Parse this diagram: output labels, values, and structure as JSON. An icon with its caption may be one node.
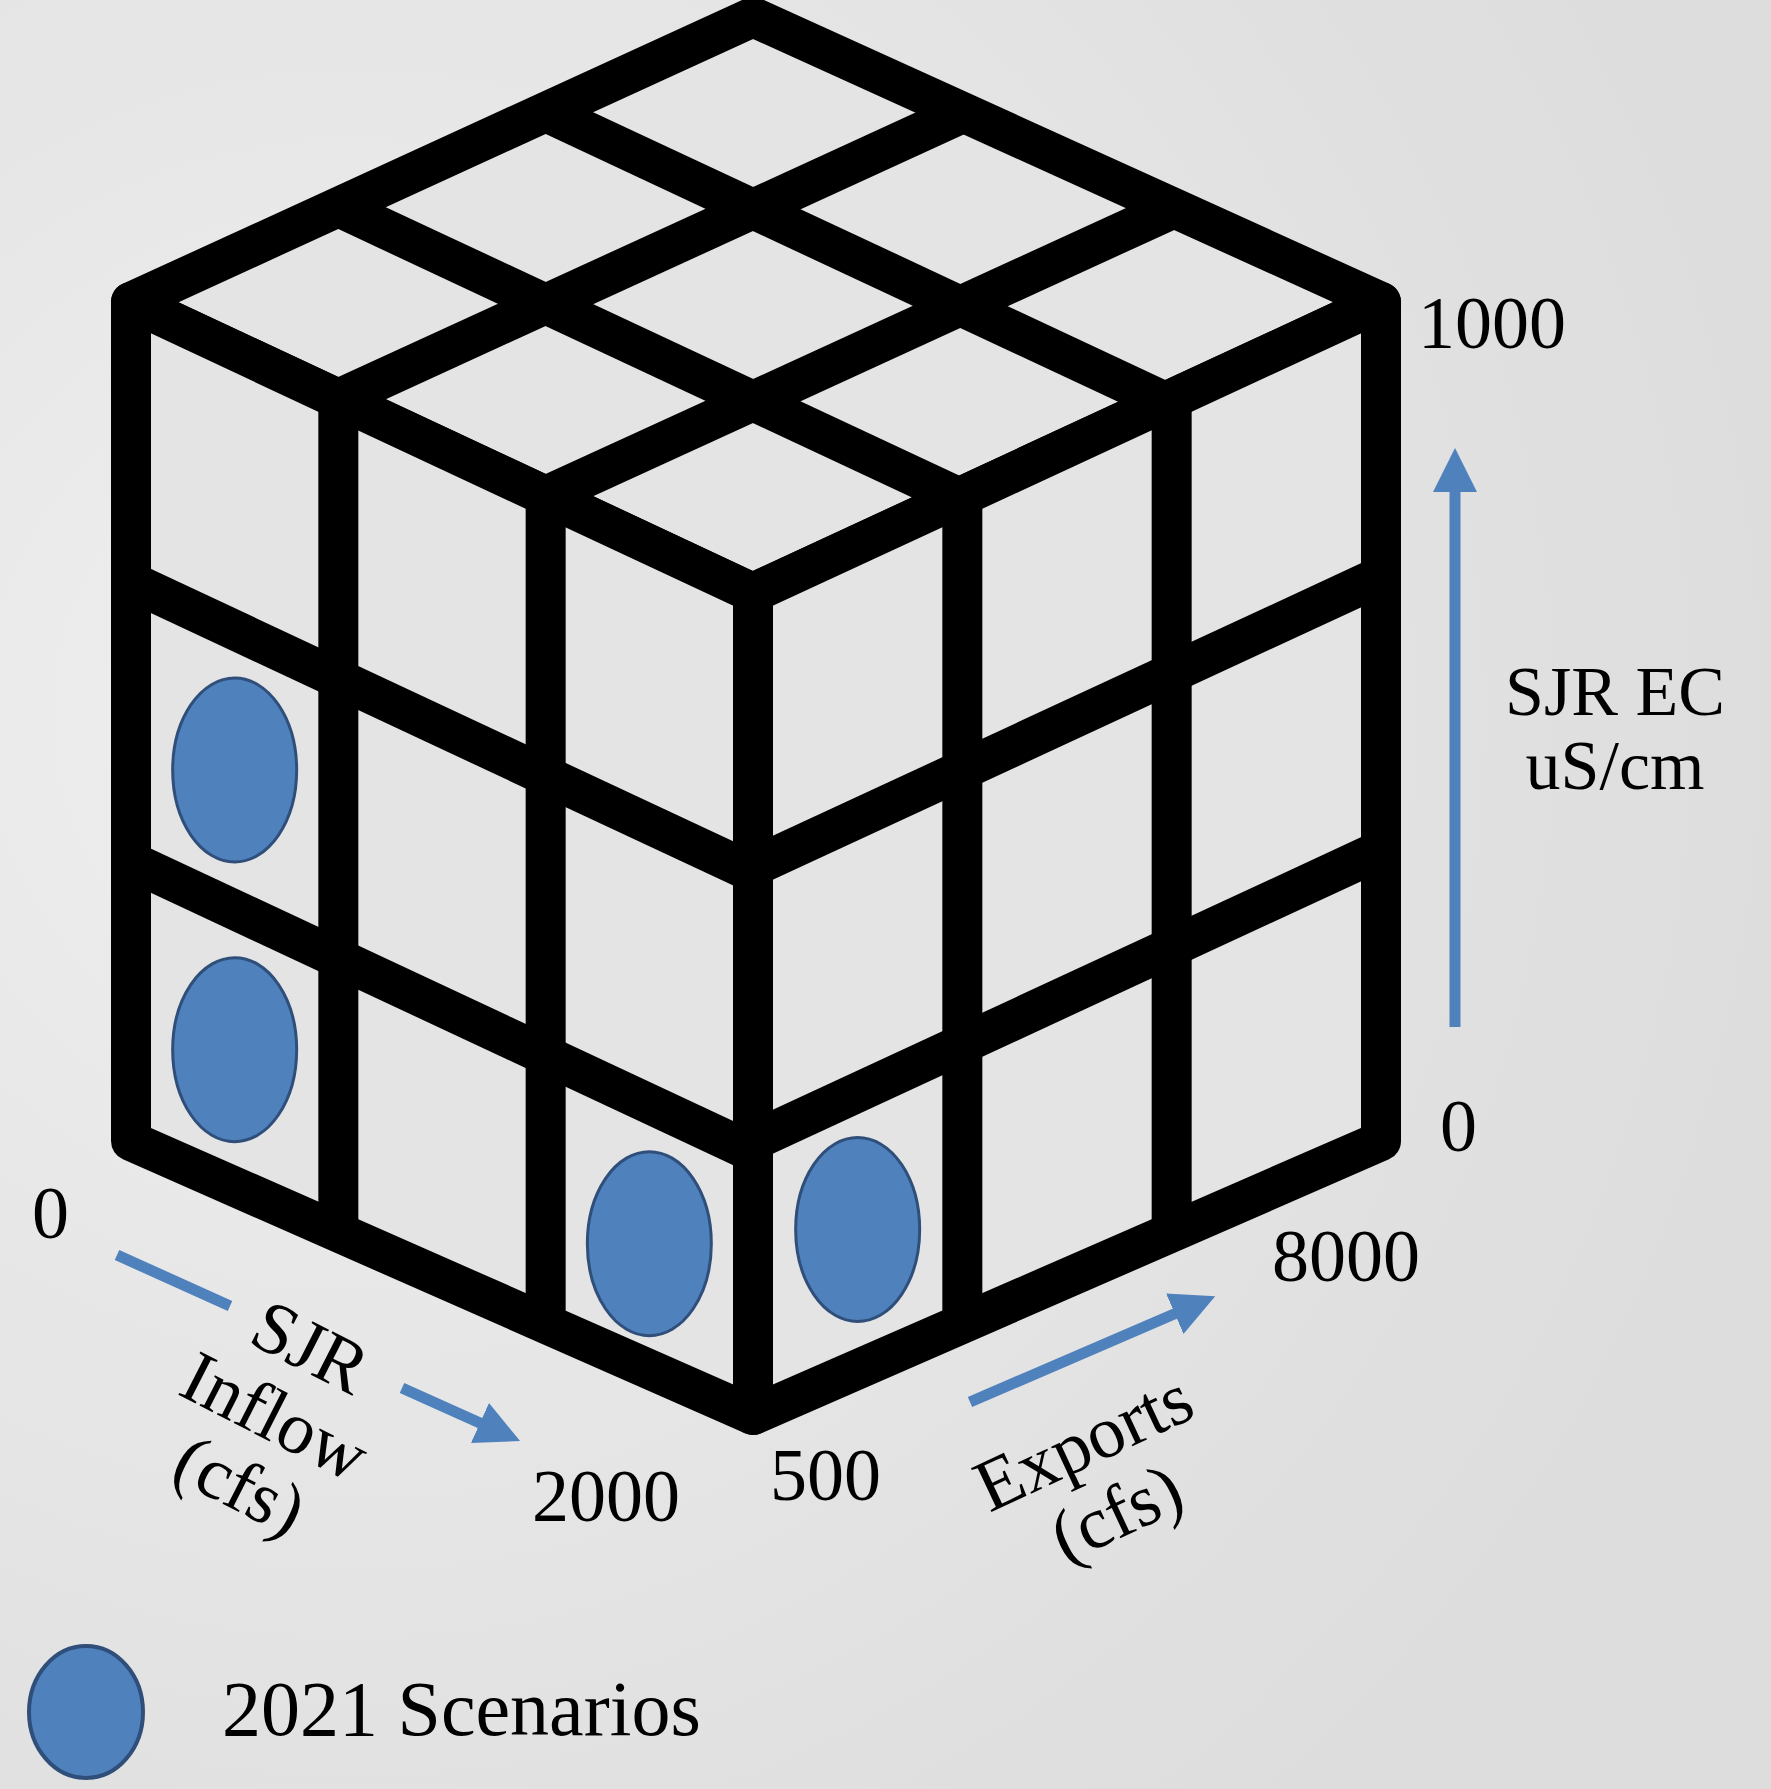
{
  "diagram": {
    "nodes": [
      {
        "text": [],
        "shape": "circle"
      },
      {
        "text": [],
        "shape": "circle"
      },
      {
        "text": [],
        "shape": "circle"
      },
      {
        "text": [],
        "shape": "circle"
      }
    ],
    "labels": [
      "1000",
      "SJR EC uS/cm",
      "0",
      "8000",
      "0",
      "SJR Inflow (cfs)",
      "2000",
      "500",
      "Exports (cfs)"
    ],
    "legend": [
      {
        "text": "2021 Scenarios",
        "color": "#4f81bd"
      }
    ]
  }
}
